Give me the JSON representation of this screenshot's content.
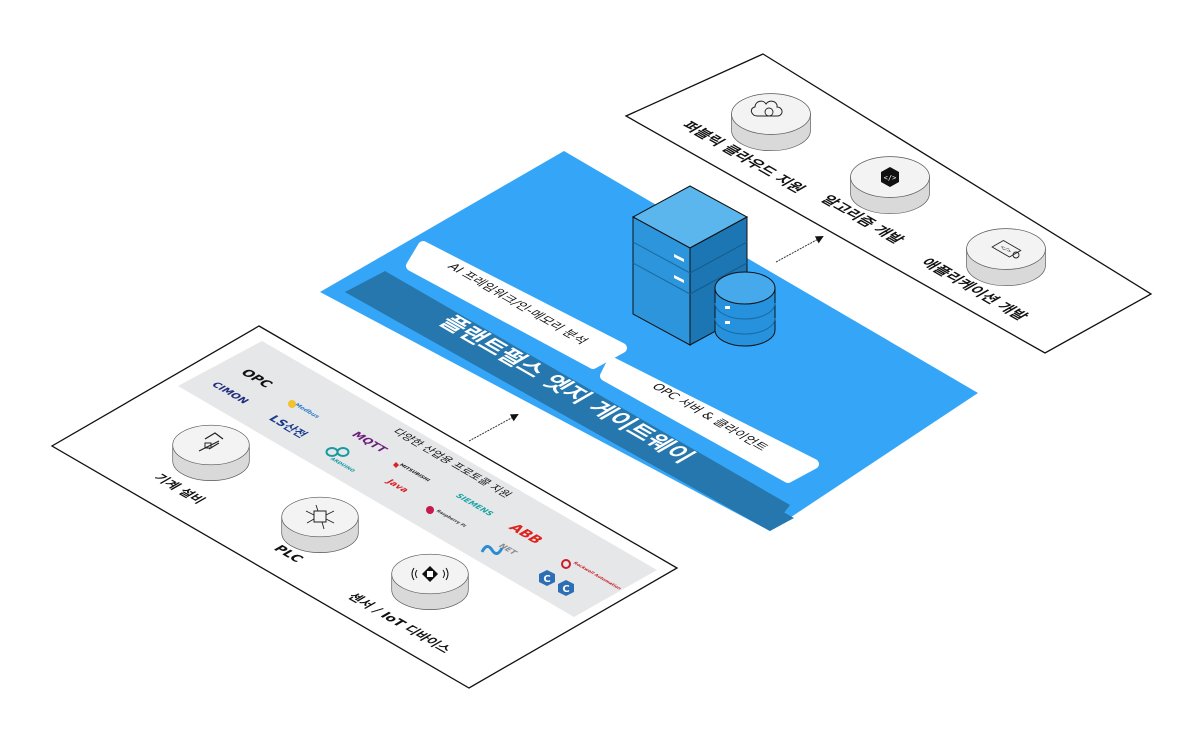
{
  "diagram": {
    "title": "플랜트펄스 엣지 게이트웨이",
    "colors": {
      "platform": "#35a6f7",
      "title_strip": "#2577ae",
      "panel_fill": "#ffffff",
      "panel_stroke": "#111111",
      "protocol_area": "#e6e7e9",
      "server_top": "#5bb6ee",
      "server_front": "#2c95dc",
      "server_side": "#1b76b3"
    },
    "gateway": {
      "title": "플랜트펄스 엣지 게이트웨이",
      "features": [
        {
          "label": "AI 프레임워크/인-메모리 분석"
        },
        {
          "label": "OPC 서버 & 클라이언트"
        }
      ],
      "icons": [
        "server-rack-icon",
        "database-icon"
      ]
    },
    "sources": {
      "protocol_caption": "다양한 산업용 프로토콜 지원",
      "devices": [
        {
          "label": "기계 설비",
          "icon": "robot-arm-icon"
        },
        {
          "label": "PLC",
          "icon": "chip-icon"
        },
        {
          "label": "센서 / IoT 디바이스",
          "icon": "sensor-signal-icon"
        }
      ],
      "protocol_logos": [
        {
          "name": "OPC",
          "text": "OPC",
          "color": "#111111"
        },
        {
          "name": "CIMON",
          "text": "CIMON",
          "color": "#1f2d7a"
        },
        {
          "name": "Modbus",
          "text": "Modbus",
          "color": "#2f7fc9"
        },
        {
          "name": "LS산전",
          "text": "LS산전",
          "color": "#1b3b8c"
        },
        {
          "name": "MQTT",
          "text": "MQTT",
          "color": "#6b1f7a"
        },
        {
          "name": "Arduino",
          "text": "ARDUINO",
          "color": "#179aa0"
        },
        {
          "name": "Mitsubishi",
          "text": "MITSUBISHI",
          "color": "#222222"
        },
        {
          "name": "Java",
          "text": "Java",
          "color": "#d8232a"
        },
        {
          "name": "Siemens",
          "text": "SIEMENS",
          "color": "#1aa3a3"
        },
        {
          "name": "Raspberry Pi",
          "text": "Raspberry Pi",
          "color": "#333333"
        },
        {
          "name": "ABB",
          "text": "ABB",
          "color": "#e0201b"
        },
        {
          "name": ".NET",
          "text": "NET",
          "color": "#2a8dd4"
        },
        {
          "name": "Rockwell Automation",
          "text": "Rockwell Automation",
          "color": "#c8202a"
        },
        {
          "name": "C",
          "text": "C",
          "color": "#2c6fb5"
        },
        {
          "name": "C#",
          "text": "C",
          "color": "#2c6fb5"
        }
      ]
    },
    "targets": {
      "items": [
        {
          "label": "퍼블릭 클라우드 지원",
          "icon": "cloud-icon"
        },
        {
          "label": "알고리즘 개발",
          "icon": "code-badge-icon"
        },
        {
          "label": "애플리케이션 개발",
          "icon": "app-dev-icon"
        }
      ]
    },
    "flows": [
      {
        "from": "sources",
        "to": "gateway"
      },
      {
        "from": "gateway",
        "to": "targets"
      }
    ]
  }
}
